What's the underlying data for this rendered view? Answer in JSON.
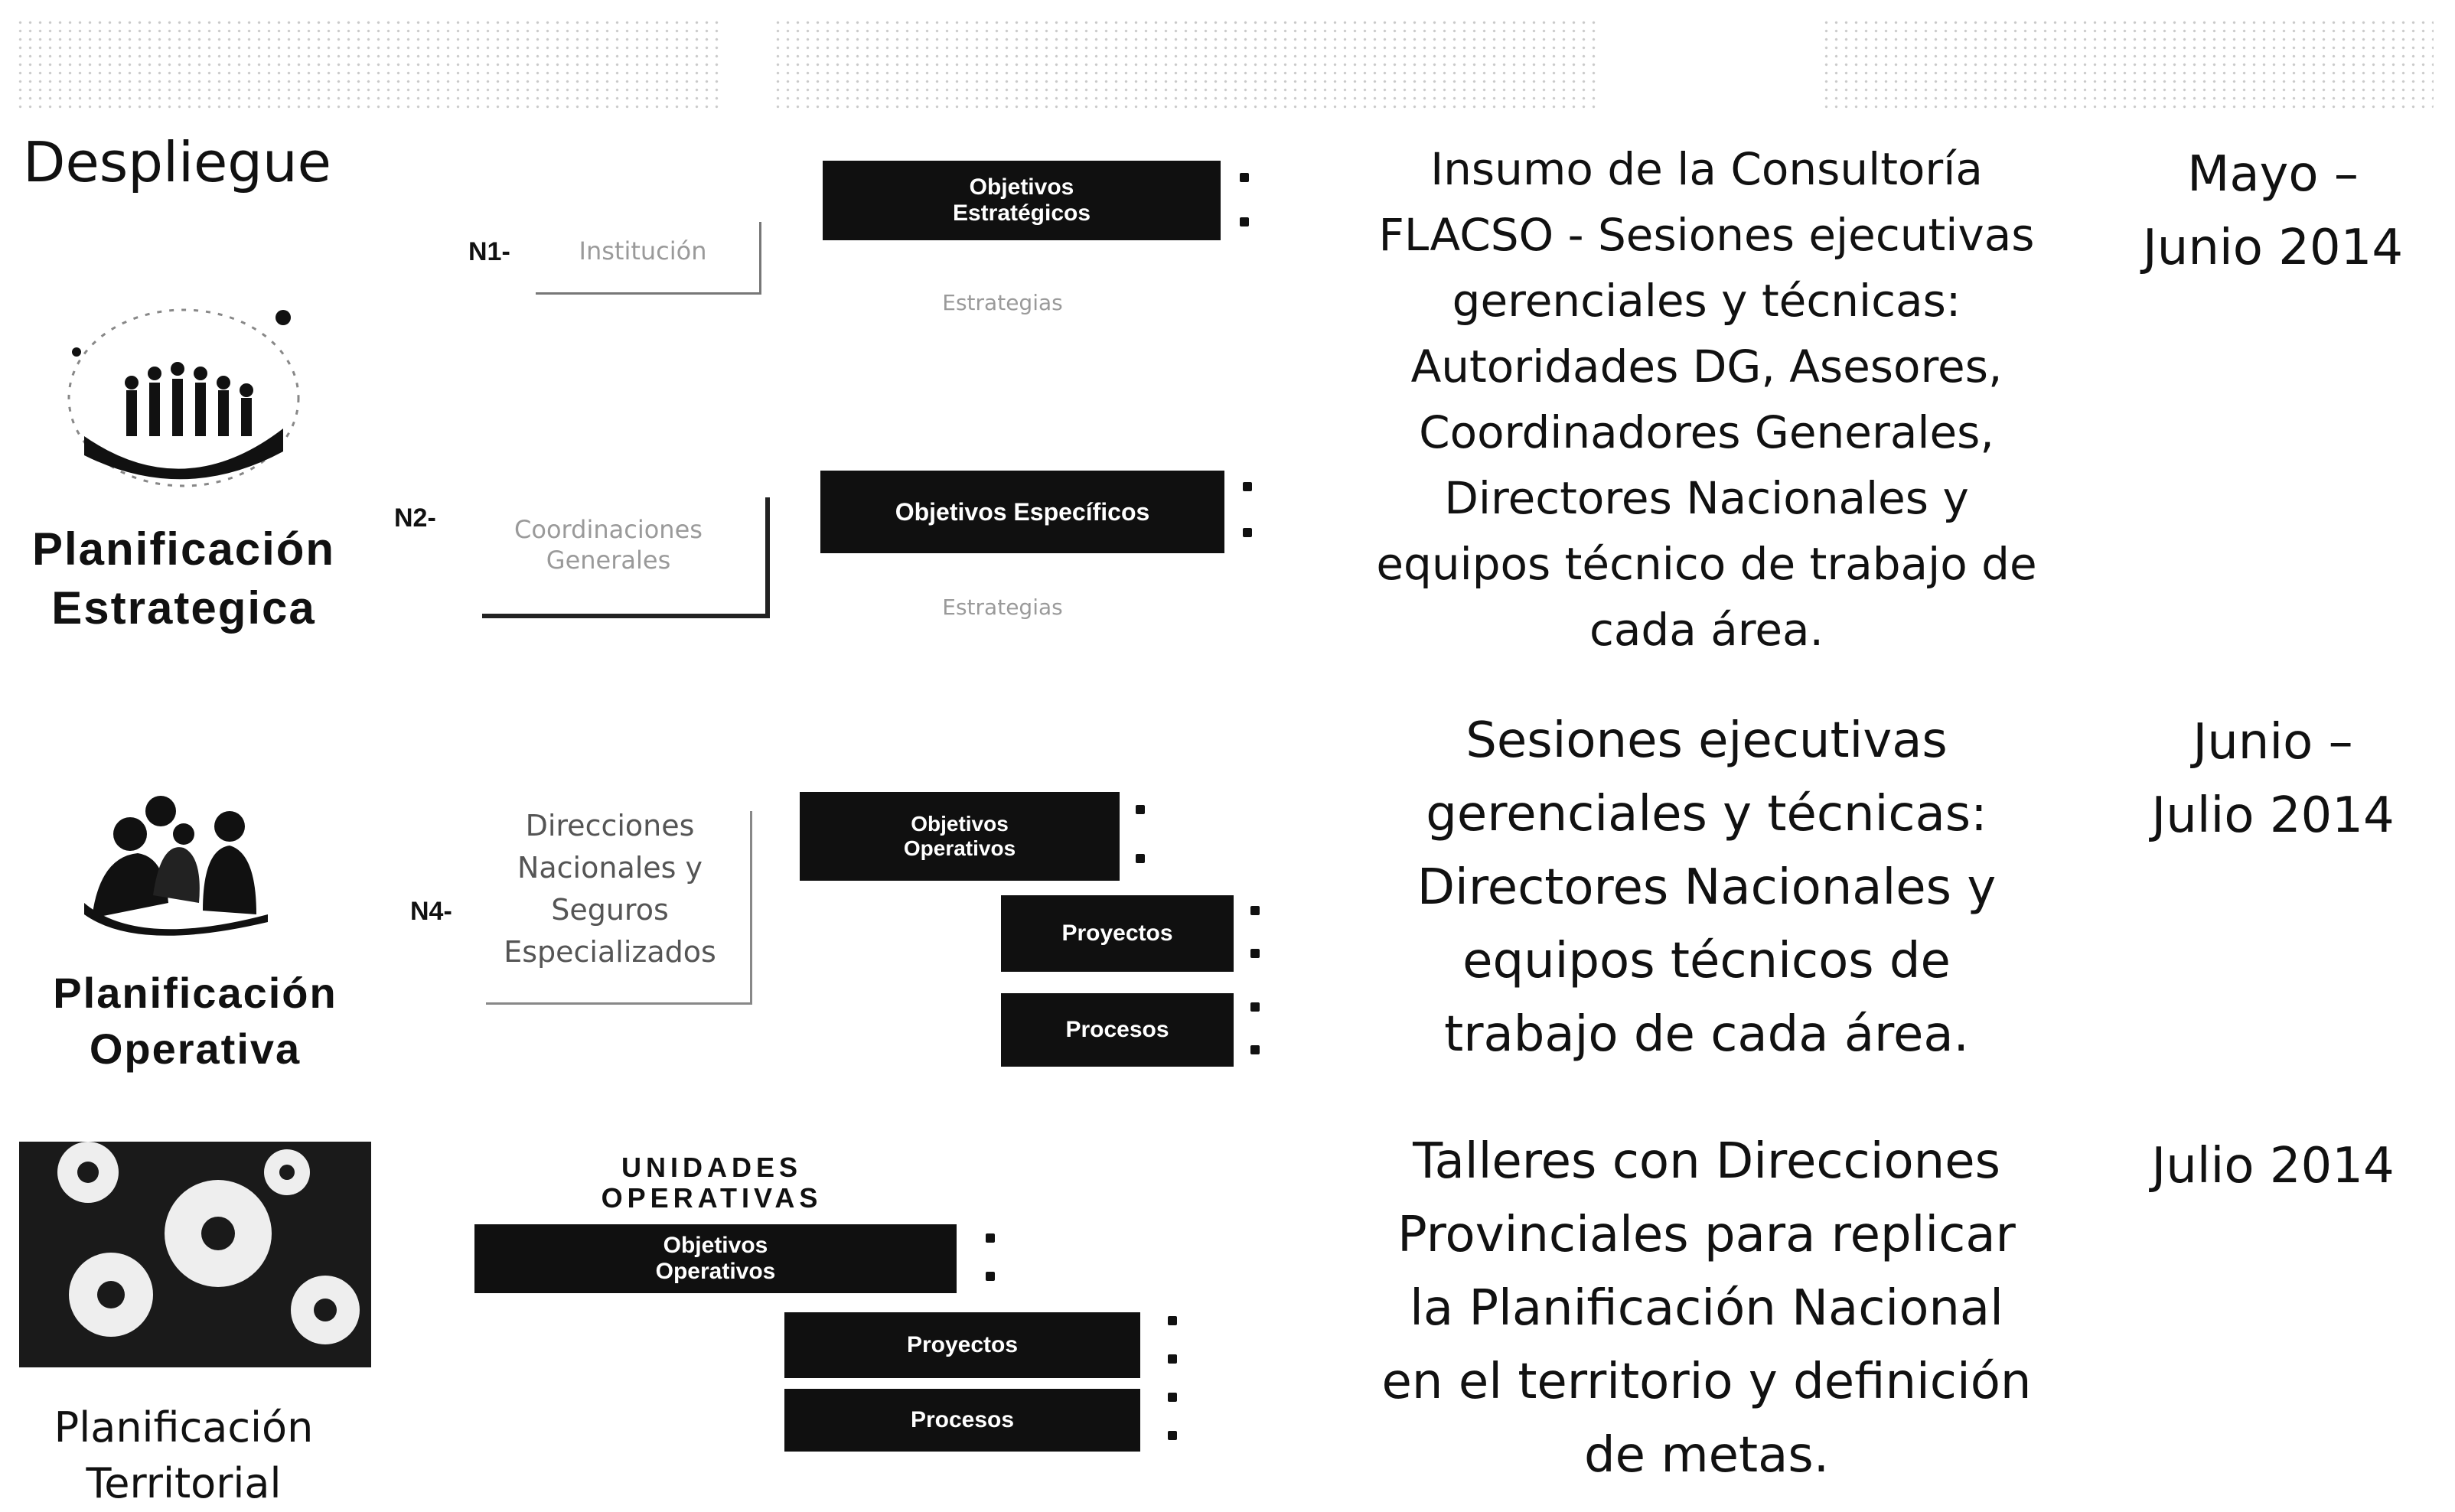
{
  "header": {
    "title": "Despliegue"
  },
  "phases": [
    {
      "title": "Planificación Estrategica",
      "levels": [
        {
          "code": "N1-",
          "unit": "Institución",
          "blocks": [
            "Objetivos Estratégicos"
          ],
          "sub": "Estrategias"
        },
        {
          "code": "N2-",
          "unit": "Coordinaciones Generales",
          "blocks": [
            "Objetivos Específicos"
          ],
          "sub": "Estrategias"
        }
      ],
      "description": [
        "Insumo de la Consultoría",
        "FLACSO - Sesiones ejecutivas",
        "gerenciales y técnicas:",
        "Autoridades DG, Asesores,",
        "Coordinadores Generales,",
        "Directores Nacionales y",
        "equipos técnico de trabajo de",
        "cada área."
      ],
      "date": [
        "Mayo –",
        "Junio 2014"
      ]
    },
    {
      "title": "Planificación Operativa",
      "levels": [
        {
          "code": "N4-",
          "unit": "Direcciones Nacionales y Seguros Especializados",
          "blocks": [
            "Objetivos Operativos",
            "Proyectos",
            "Procesos"
          ]
        }
      ],
      "description": [
        "Sesiones ejecutivas",
        "gerenciales y técnicas:",
        "Directores Nacionales y",
        "equipos técnicos de",
        "trabajo de cada área."
      ],
      "date": [
        "Junio –",
        "Julio 2014"
      ]
    },
    {
      "title": "Planificación Territorial",
      "header": "UNIDADES OPERATIVAS",
      "blocks": [
        "Objetivos Operativos",
        "Proyectos",
        "Procesos"
      ],
      "description": [
        "Talleres con Direcciones",
        "Provinciales para replicar",
        "la Planificación Nacional",
        "en el territorio y definición",
        "de metas."
      ],
      "date": [
        "Julio 2014"
      ]
    }
  ],
  "icons": [
    "people-globe-icon",
    "meeting-people-icon",
    "gears-icon"
  ],
  "colors": {
    "block": "#101010",
    "text": "#111111",
    "faint": "#9a9a9a"
  }
}
